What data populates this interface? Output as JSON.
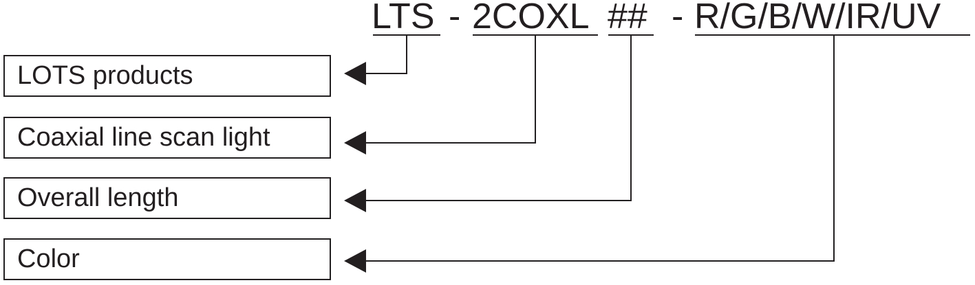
{
  "code": {
    "prefix": "LTS",
    "sep1": "-",
    "type": "2COXL",
    "length": "##",
    "sep2": "-",
    "color": "R/G/B/W/IR/UV"
  },
  "labels": [
    {
      "text": "LOTS products"
    },
    {
      "text": "Coaxial line scan light"
    },
    {
      "text": "Overall length"
    },
    {
      "text": "Color"
    }
  ],
  "colors": {
    "ink": "#231f20"
  }
}
